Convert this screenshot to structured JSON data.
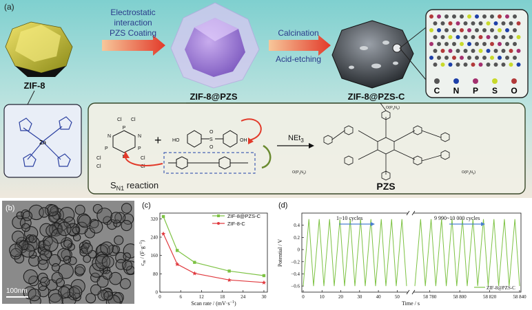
{
  "figure": {
    "panel_a": {
      "label": "(a)",
      "zif8": "ZIF-8",
      "zif8_pzs": "ZIF-8@PZS",
      "zif8_pzs_c": "ZIF-8@PZS-C",
      "arrow1_line1": "Electrostatic",
      "arrow1_line2": "interaction",
      "arrow1_line3": "PZS Coating",
      "arrow2_line1": "Calcination",
      "arrow2_line2": "Acid-etching",
      "atom_legend": [
        "C",
        "N",
        "P",
        "S",
        "O"
      ],
      "reagent": "NEt",
      "reagent_sub": "3",
      "sn1_main": "S",
      "sn1_sub": "N1",
      "sn1_rest": " reaction",
      "product": "PZS",
      "metal": "Zn",
      "hcch_labels": [
        "Cl",
        "Cl",
        "Cl",
        "Cl",
        "Cl",
        "Cl"
      ],
      "ring_atoms": {
        "p": "P",
        "n": "N"
      },
      "bpa_labels": [
        "HO",
        "S",
        "O",
        "O",
        "OH"
      ],
      "pzs_end_group": "O(P",
      "pzs_end_group_sub": "3",
      "pzs_end_group_close": "N",
      "pzs_end_group_sub2": "3",
      "pzs_end_group_tail": ")"
    },
    "panel_b": {
      "label": "(b)",
      "scale_bar": "100nm"
    },
    "panel_c": {
      "label": "(c)",
      "ylabel": "c",
      "ylabel_sub": "m",
      "ylabel_rest": " / (F·g",
      "ylabel_sup": "−1",
      "ylabel_close": ")",
      "xlabel": "Scan rate / (mV·s",
      "xlabel_sup": "−1",
      "xlabel_close": ")"
    },
    "panel_d": {
      "label": "(d)",
      "ylabel": "Potential / V",
      "xlabel": "Time / s",
      "annotation_1": "1~10 cycles",
      "annotation_2": "9 990~10 000 cycles"
    }
  },
  "chart_data": [
    {
      "type": "line",
      "panel": "c",
      "x": [
        1,
        5,
        10,
        20,
        30
      ],
      "series": [
        {
          "name": "ZIF-8@PZS-C",
          "values": [
            330,
            182,
            130,
            92,
            72
          ],
          "color": "#7dc243",
          "marker": "square"
        },
        {
          "name": "ZIF-8-C",
          "values": [
            255,
            122,
            82,
            53,
            42
          ],
          "color": "#e0393e",
          "marker": "star"
        }
      ],
      "xticks": [
        "0",
        "6",
        "12",
        "18",
        "24",
        "30"
      ],
      "yticks": [
        "0",
        "80",
        "160",
        "240",
        "320"
      ],
      "xlim": [
        0,
        31
      ],
      "ylim": [
        0,
        345
      ],
      "xlabel": "Scan rate / (mV·s−1)",
      "ylabel": "cm / (F·g−1)",
      "legend": "top-right"
    },
    {
      "type": "line",
      "panel": "d",
      "series": [
        {
          "name": "ZIF-8@PZS-C",
          "color": "#7dc243"
        }
      ],
      "segments": [
        {
          "x_start": 0,
          "x_end": 55,
          "cycles": 10,
          "annotation": "1~10 cycles"
        },
        {
          "x_start": 58770,
          "x_end": 58840,
          "cycles": 10,
          "annotation": "9 990~10 000 cycles"
        }
      ],
      "v_min": -0.6,
      "v_max": 0.5,
      "xticks_left": [
        "0",
        "10",
        "20",
        "30",
        "40",
        "50"
      ],
      "xticks_right": [
        "58 780",
        "58 800",
        "58 820",
        "58 840"
      ],
      "yticks": [
        "−0.6",
        "−0.4",
        "−0.2",
        "0",
        "0.2",
        "0.4"
      ],
      "ylim": [
        -0.7,
        0.6
      ],
      "xlabel": "Time / s",
      "ylabel": "Potential / V",
      "axis_break": true,
      "legend": "bottom-right"
    }
  ]
}
